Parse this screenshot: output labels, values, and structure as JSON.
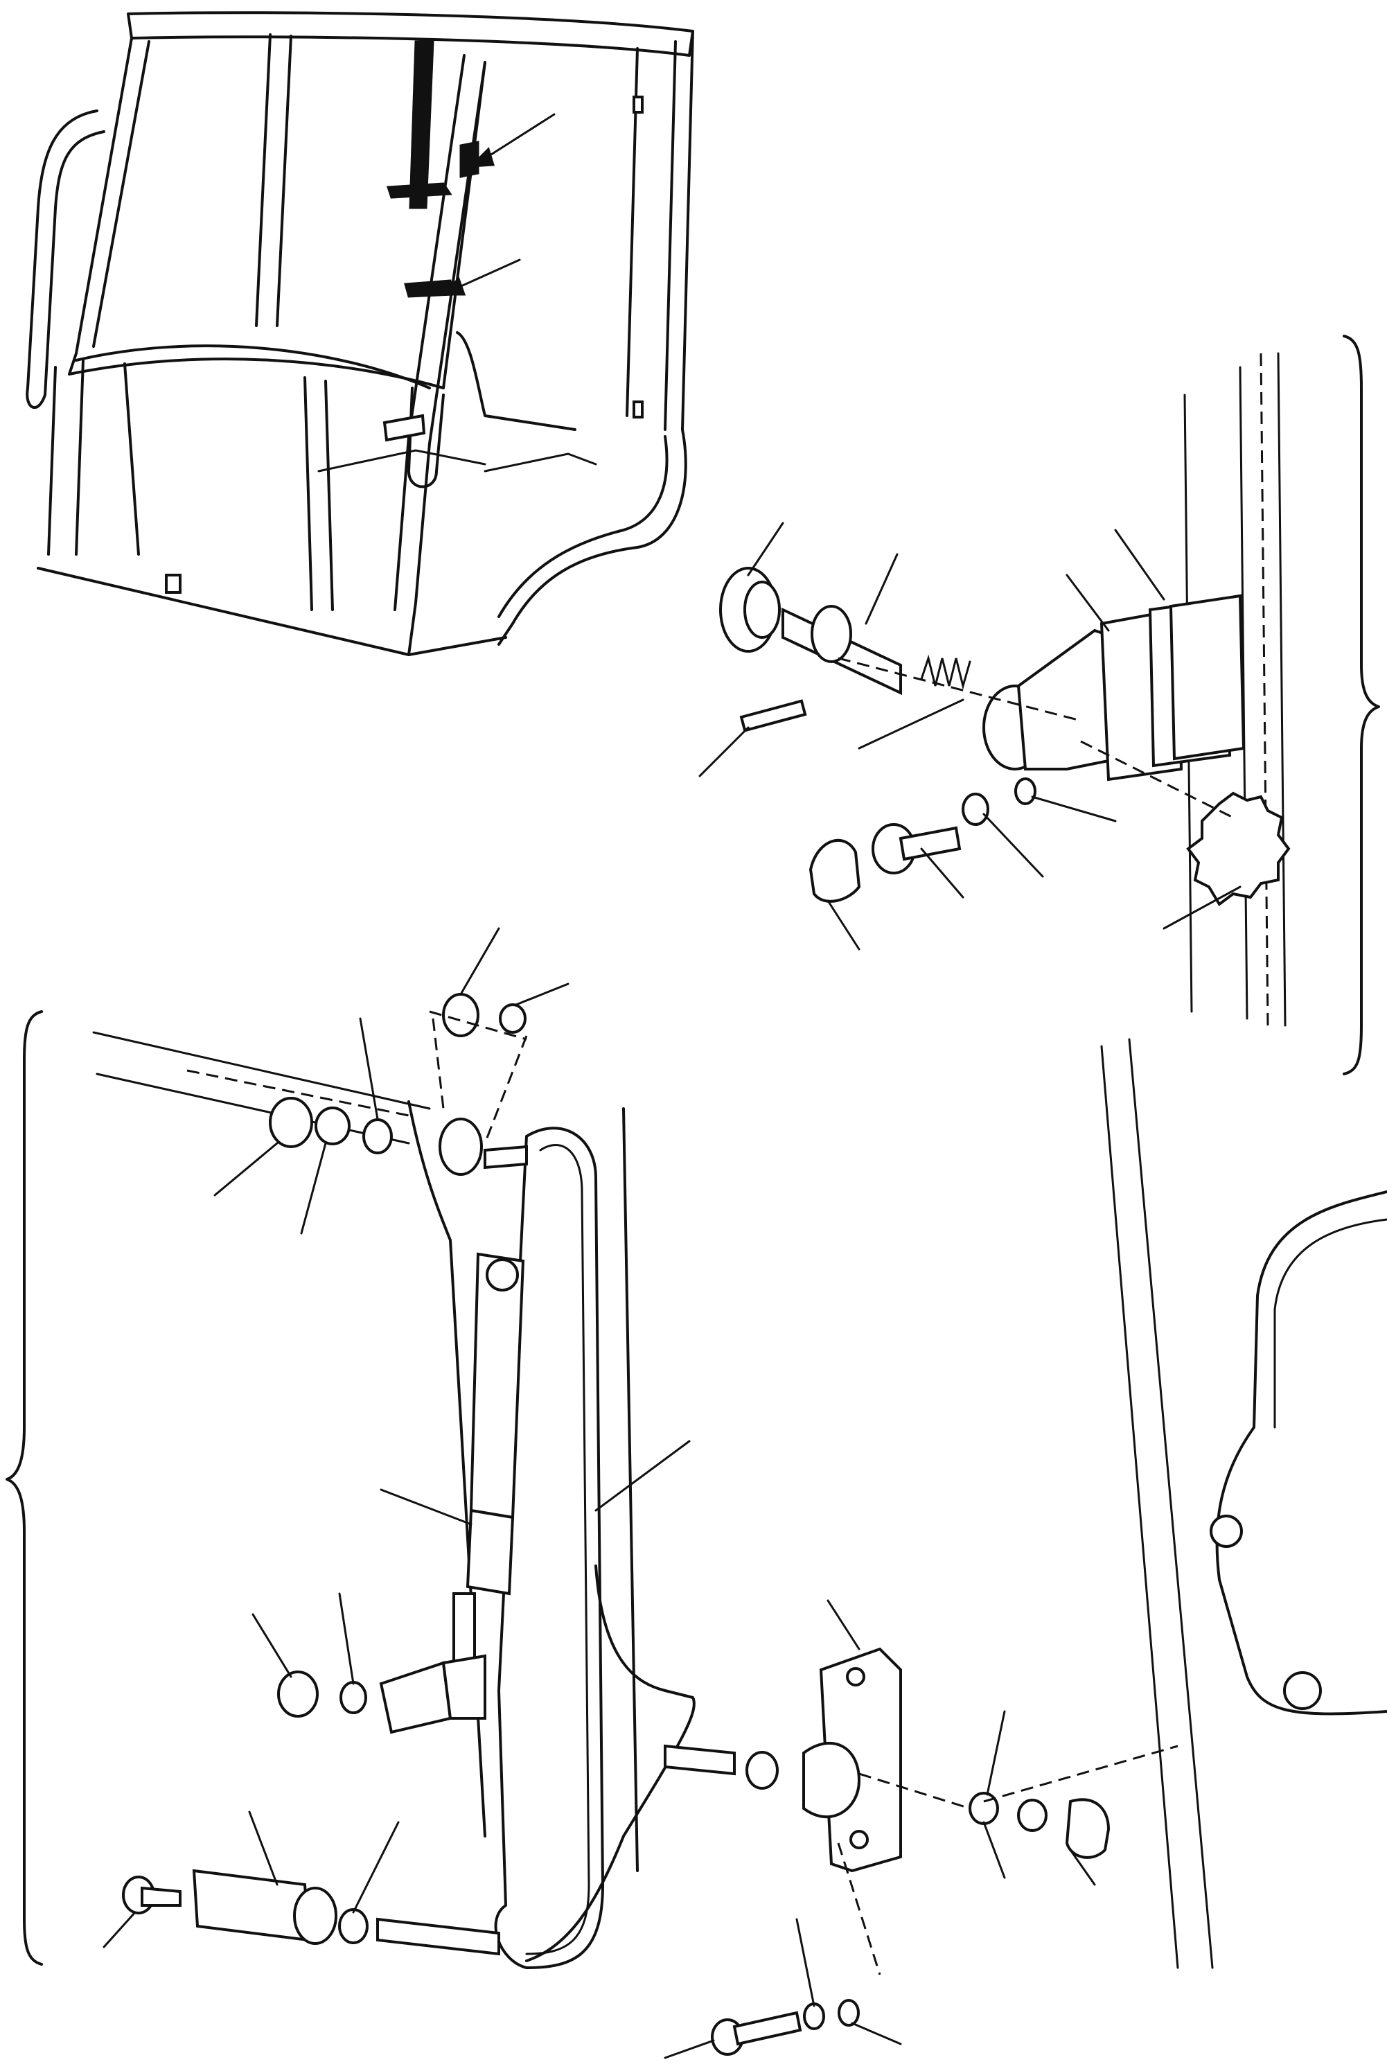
{
  "figure": {
    "kind": "exploded parts diagram",
    "views": [
      "cab-overview",
      "door-catch-assembly",
      "rear-window-strut-assembly"
    ],
    "text_labels": []
  }
}
